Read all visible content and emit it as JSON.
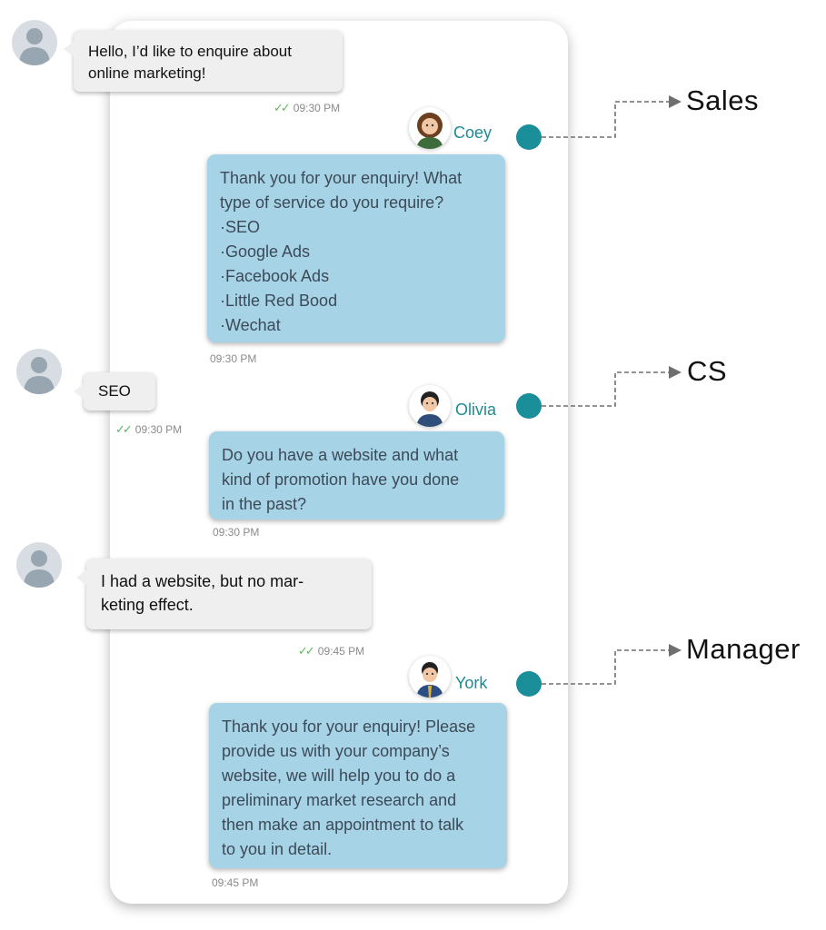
{
  "messages": [
    {
      "lines": [
        "Hello, I’d like to enquire about",
        "online marketing!"
      ],
      "time": "09:30 PM"
    },
    {
      "agent": "Coey",
      "lines": [
        "Thank you for your enquiry! What",
        "type of service do you require?",
        "·SEO",
        "·Google Ads",
        "·Facebook Ads",
        "·Little Red Bood",
        "·Wechat"
      ],
      "time": "09:30 PM"
    },
    {
      "lines": [
        "SEO"
      ],
      "time": "09:30 PM"
    },
    {
      "agent": "Olivia",
      "lines": [
        "Do you have a website and what",
        "kind of promotion have you done",
        "in the past?"
      ],
      "time": "09:30 PM"
    },
    {
      "lines": [
        "I had a website, but no mar-",
        "keting effect."
      ],
      "time": "09:45 PM"
    },
    {
      "agent": "York",
      "lines": [
        "Thank you for your enquiry! Please",
        "provide us with your company’s",
        "website, we will help you to do a",
        "preliminary market research and",
        "then make an appointment to talk",
        "to you in detail."
      ],
      "time": "09:45 PM"
    }
  ],
  "roles": [
    "Sales",
    "CS",
    "Manager"
  ],
  "colors": {
    "agent_bubble": "#a6d3e5",
    "user_bubble": "#efefef",
    "accent": "#1a8e99",
    "read_tick": "#5cb85c"
  },
  "icons": {
    "read_receipt": "double-check-icon",
    "user_avatar": "user-silhouette-icon"
  }
}
